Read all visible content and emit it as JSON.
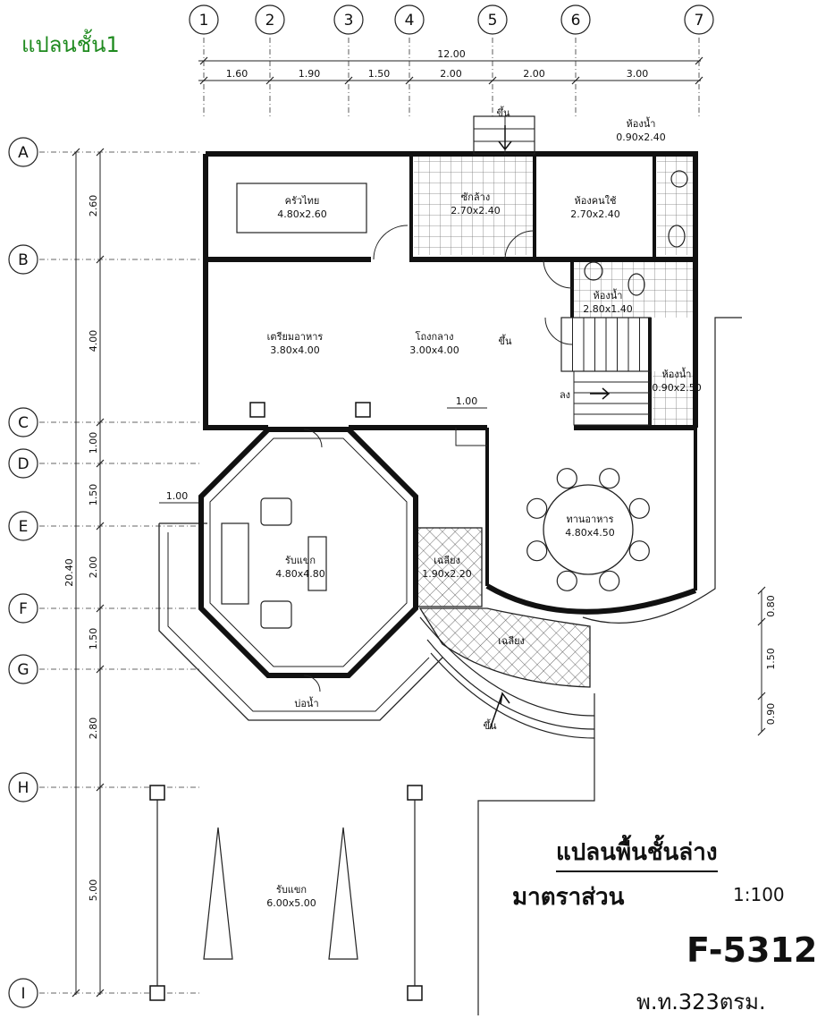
{
  "header": {
    "title": "แปลนชั้น1",
    "title_color": "#1e8a1e"
  },
  "grid": {
    "cols": [
      "1",
      "2",
      "3",
      "4",
      "5",
      "6",
      "7"
    ],
    "rows": [
      "A",
      "B",
      "C",
      "D",
      "E",
      "F",
      "G",
      "H",
      "I"
    ]
  },
  "dimensions": {
    "overall_width": "12.00",
    "col_spans": [
      "1.60",
      "1.90",
      "1.50",
      "2.00",
      "2.00",
      "3.00"
    ],
    "overall_depth": "20.40",
    "row_spans": [
      "2.60",
      "4.00",
      "1.00",
      "1.50",
      "2.00",
      "1.50",
      "2.80",
      "5.00"
    ],
    "right_spans": [
      "0.80",
      "1.50",
      "0.90"
    ],
    "opening_1": "1.00",
    "opening_2": "1.00"
  },
  "rooms": [
    {
      "name": "ครัวไทย",
      "size": "4.80x2.60"
    },
    {
      "name": "ซักล้าง",
      "size": "2.70x2.40"
    },
    {
      "name": "ห้องคนใช้",
      "size": "2.70x2.40"
    },
    {
      "name": "ห้องน้ำ",
      "size": "0.90x2.40"
    },
    {
      "name": "ห้องน้ำ",
      "size": "2.80x1.40"
    },
    {
      "name": "เตรียมอาหาร",
      "size": "3.80x4.00"
    },
    {
      "name": "โถงกลาง",
      "size": "3.00x4.00"
    },
    {
      "name": "ห้องน้ำ",
      "size": "0.90x2.50"
    },
    {
      "name": "ทานอาหาร",
      "size": "4.80x4.50"
    },
    {
      "name": "รับแขก",
      "size": "4.80x4.80"
    },
    {
      "name": "เฉลียง",
      "size": "1.90x2.20"
    },
    {
      "name": "รับแขก",
      "size": "6.00x5.00"
    }
  ],
  "annotations": {
    "up_top": "ขึ้น",
    "up_stair": "ขึ้น",
    "down": "ลง",
    "veranda": "เฉลียง",
    "pond": "บ่อน้ำ",
    "up_bottom": "ขึ้น"
  },
  "title_block": {
    "plan_title": "แปลนพื้นชั้นล่าง",
    "scale_label": "มาตราส่วน",
    "scale_value": "1:100",
    "code": "F-5312",
    "area": "พ.ท.323ตรม."
  }
}
